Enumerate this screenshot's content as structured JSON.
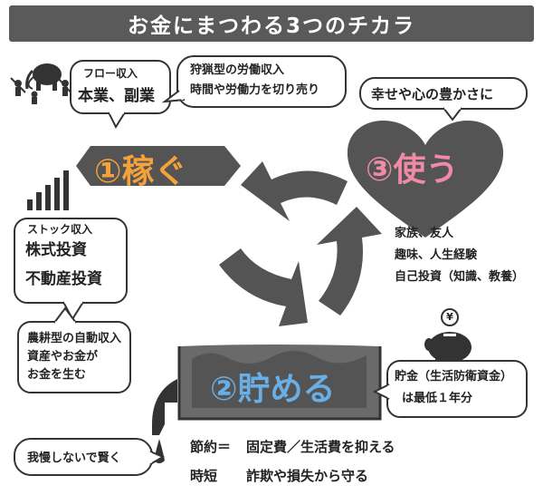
{
  "header": {
    "title": "お金にまつわる3つのチカラ"
  },
  "earn": {
    "title": "①稼ぐ",
    "flow": {
      "heading": "フロー収入",
      "line": "本業、副業"
    },
    "hunting": {
      "line1": "狩猟型の労働収入",
      "line2": "時間や労働力を切り売り"
    },
    "stock": {
      "heading": "ストック収入",
      "line1": "株式投資",
      "line2": "不動産投資"
    },
    "farming": {
      "line1": "農耕型の自動収入",
      "line2": "資産やお金が",
      "line3": "お金を生む"
    }
  },
  "use": {
    "title": "③使う",
    "bubble": "幸せや心の豊かさに",
    "line1": "家族、友人",
    "line2": "趣味、人生経験",
    "line3": "自己投資（知識、教養）"
  },
  "save": {
    "title": "②貯める",
    "deposit": {
      "line1": "貯金（生活防衛資金）",
      "line2": "は最低１年分"
    },
    "wise": "我慢しないで賢く",
    "setsuyaku_label": "節約＝",
    "setsuyaku_text": "固定費／生活費を抑える",
    "jitan_label": "時短",
    "jitan_text": "詐欺や損失から守る",
    "coin_symbol": "¥"
  },
  "colors": {
    "dark": "#545454",
    "orange": "#f5a23a",
    "pink": "#f08aa6",
    "blue": "#6aaee3",
    "water": "#6a6a6a",
    "ink": "#222222"
  },
  "icons": [
    "hunters-mammoth-icon",
    "bar-chart-icon",
    "cycle-arrows-icon",
    "heart-icon",
    "piggy-bank-icon",
    "faucet-icon"
  ]
}
